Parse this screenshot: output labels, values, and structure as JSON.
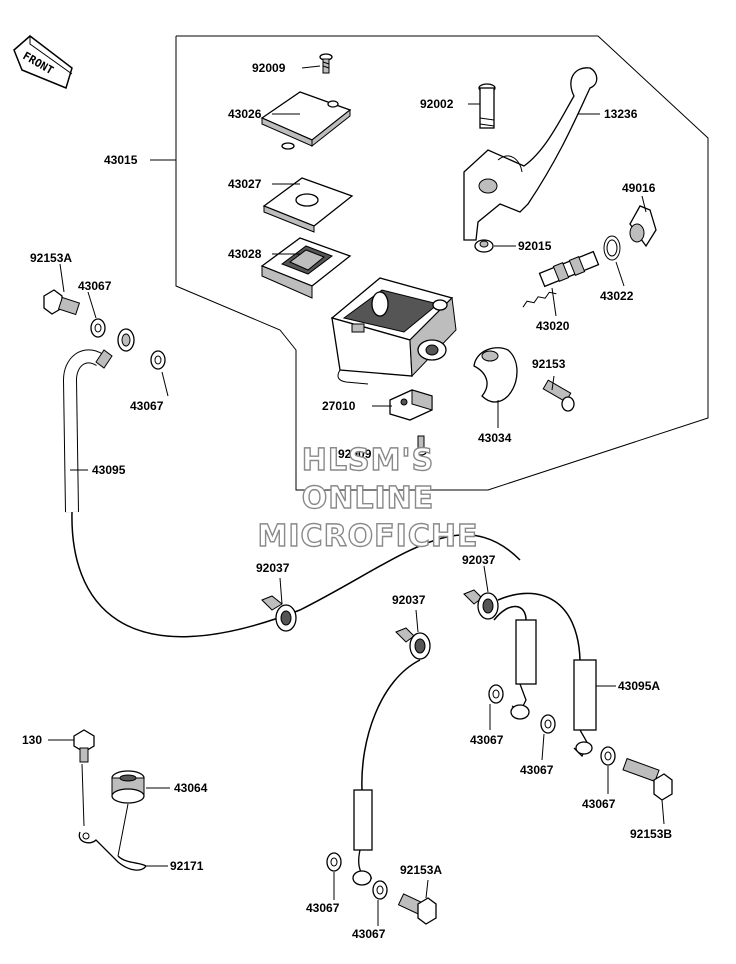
{
  "front_badge": "FRONT",
  "watermark": [
    "HLSM'S",
    "ONLINE",
    "MICROFICHE"
  ],
  "part_numbers": {
    "p92009": "92009",
    "p43026": "43026",
    "p43015": "43015",
    "p43027": "43027",
    "p43028": "43028",
    "p92002": "92002",
    "p13236": "13236",
    "p49016": "49016",
    "p92015": "92015",
    "p92153A_top": "92153A",
    "p43067_a": "43067",
    "p43067_b": "43067",
    "p43022": "43022",
    "p43020": "43020",
    "p92153": "92153",
    "p27010": "27010",
    "p43034": "43034",
    "p92009_2": "92009",
    "p43095": "43095",
    "p92037_a": "92037",
    "p92037_b": "92037",
    "p92037_c": "92037",
    "p43095A": "43095A",
    "p43067_c": "43067",
    "p43067_d": "43067",
    "p43067_e": "43067",
    "p92153B": "92153B",
    "p130": "130",
    "p43064": "43064",
    "p92171": "92171",
    "p92153A_bottom": "92153A",
    "p43067_f": "43067",
    "p43067_g": "43067"
  }
}
